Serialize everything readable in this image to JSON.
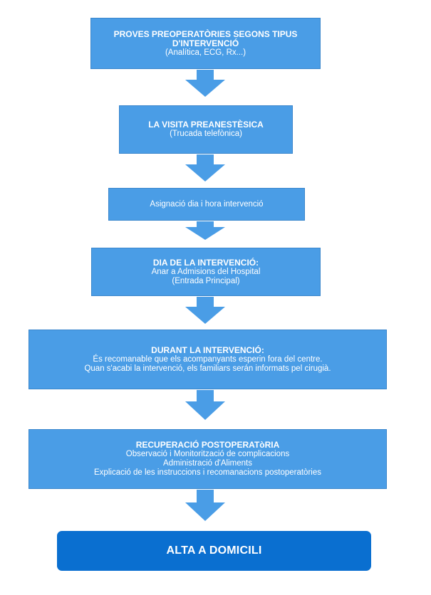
{
  "steps": [
    {
      "title": "PROVES PREOPERATÒRIES SEGONS TIPUS D'INTERVENCIÓ",
      "lines": [
        "(Analítica, ECG, Rx...)"
      ]
    },
    {
      "title": "LA VISITA PREANESTÈSICA",
      "lines": [
        "(Trucada telefònica)"
      ]
    },
    {
      "title": "",
      "lines": [
        "Asignació dia i hora intervenció"
      ]
    },
    {
      "title": "DIA DE LA INTERVENCIÓ:",
      "lines": [
        "Anar a Admisions del Hospital",
        "(Entrada Principal)"
      ]
    },
    {
      "title": "DURANT LA INTERVENCIÓ:",
      "lines": [
        "És recomanable que els acompanyants esperin fora del centre.",
        "Quan s'acabi la intervenció, els familiars serán informats pel cirugià."
      ]
    },
    {
      "title": "RECUPERACIÓ POSTOPERATòRIA",
      "lines": [
        "Observació i Monitorització de complicacions",
        "Administració d'Aliments",
        "Explicació de les instruccions i recomanacions postoperatòries"
      ]
    }
  ],
  "final": {
    "label": "ALTA A DOMICILI"
  },
  "colors": {
    "box": "#4a9de6",
    "arrow": "#4a9de6",
    "final": "#0a6fd0",
    "text": "#ffffff"
  }
}
